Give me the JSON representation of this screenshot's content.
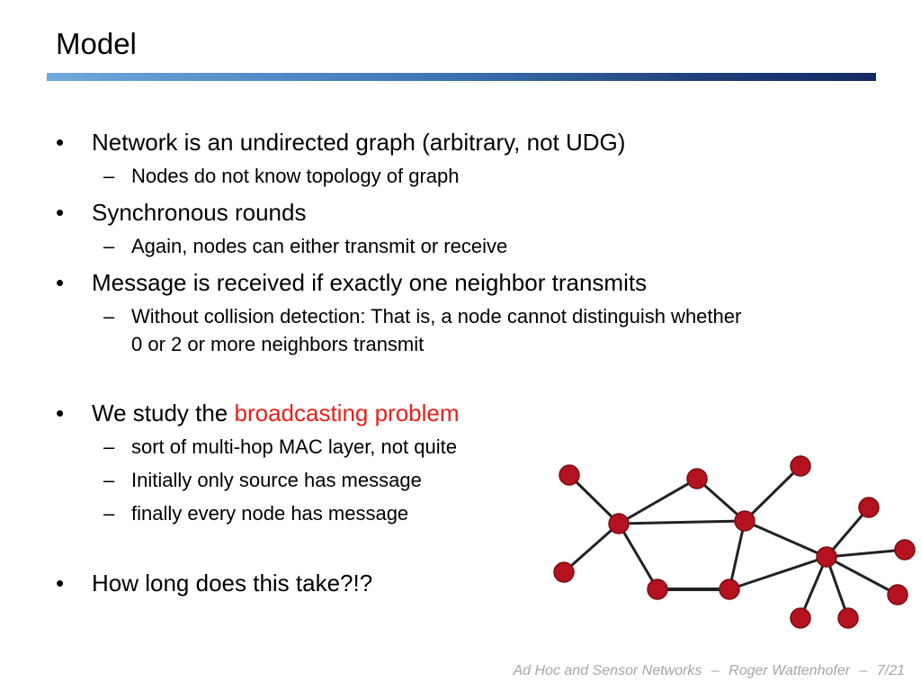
{
  "title": "Model",
  "bullets": [
    {
      "text": "Network is an undirected graph (arbitrary, not UDG)"
    },
    {
      "text": "Synchronous rounds"
    },
    {
      "text": "Message is received if exactly one neighbor transmits"
    },
    {
      "text_before": "We study the ",
      "highlight": "broadcasting problem"
    },
    {
      "text": "How long does this take?!?"
    }
  ],
  "subbullets": [
    "Nodes do not know topology of graph",
    "Again, nodes can either transmit or receive",
    "Without collision detection: That is, a node cannot distinguish whether",
    "0 or 2 or more neighbors transmit",
    "sort of multi-hop MAC layer, not quite",
    "Initially only source has message",
    "finally every node has message"
  ],
  "bullet_symbol": "•",
  "dash_symbol": "–",
  "colors": {
    "highlight": "#e8201a",
    "node_fill": "#b3121e",
    "node_stroke": "#7a0d14",
    "edge": "#222222",
    "footer": "#a6a6a6"
  },
  "footer": {
    "course": "Ad Hoc and Sensor Networks",
    "sep1": "–",
    "author": "Roger Wattenhofer",
    "sep2": "–",
    "page": "7/21"
  }
}
